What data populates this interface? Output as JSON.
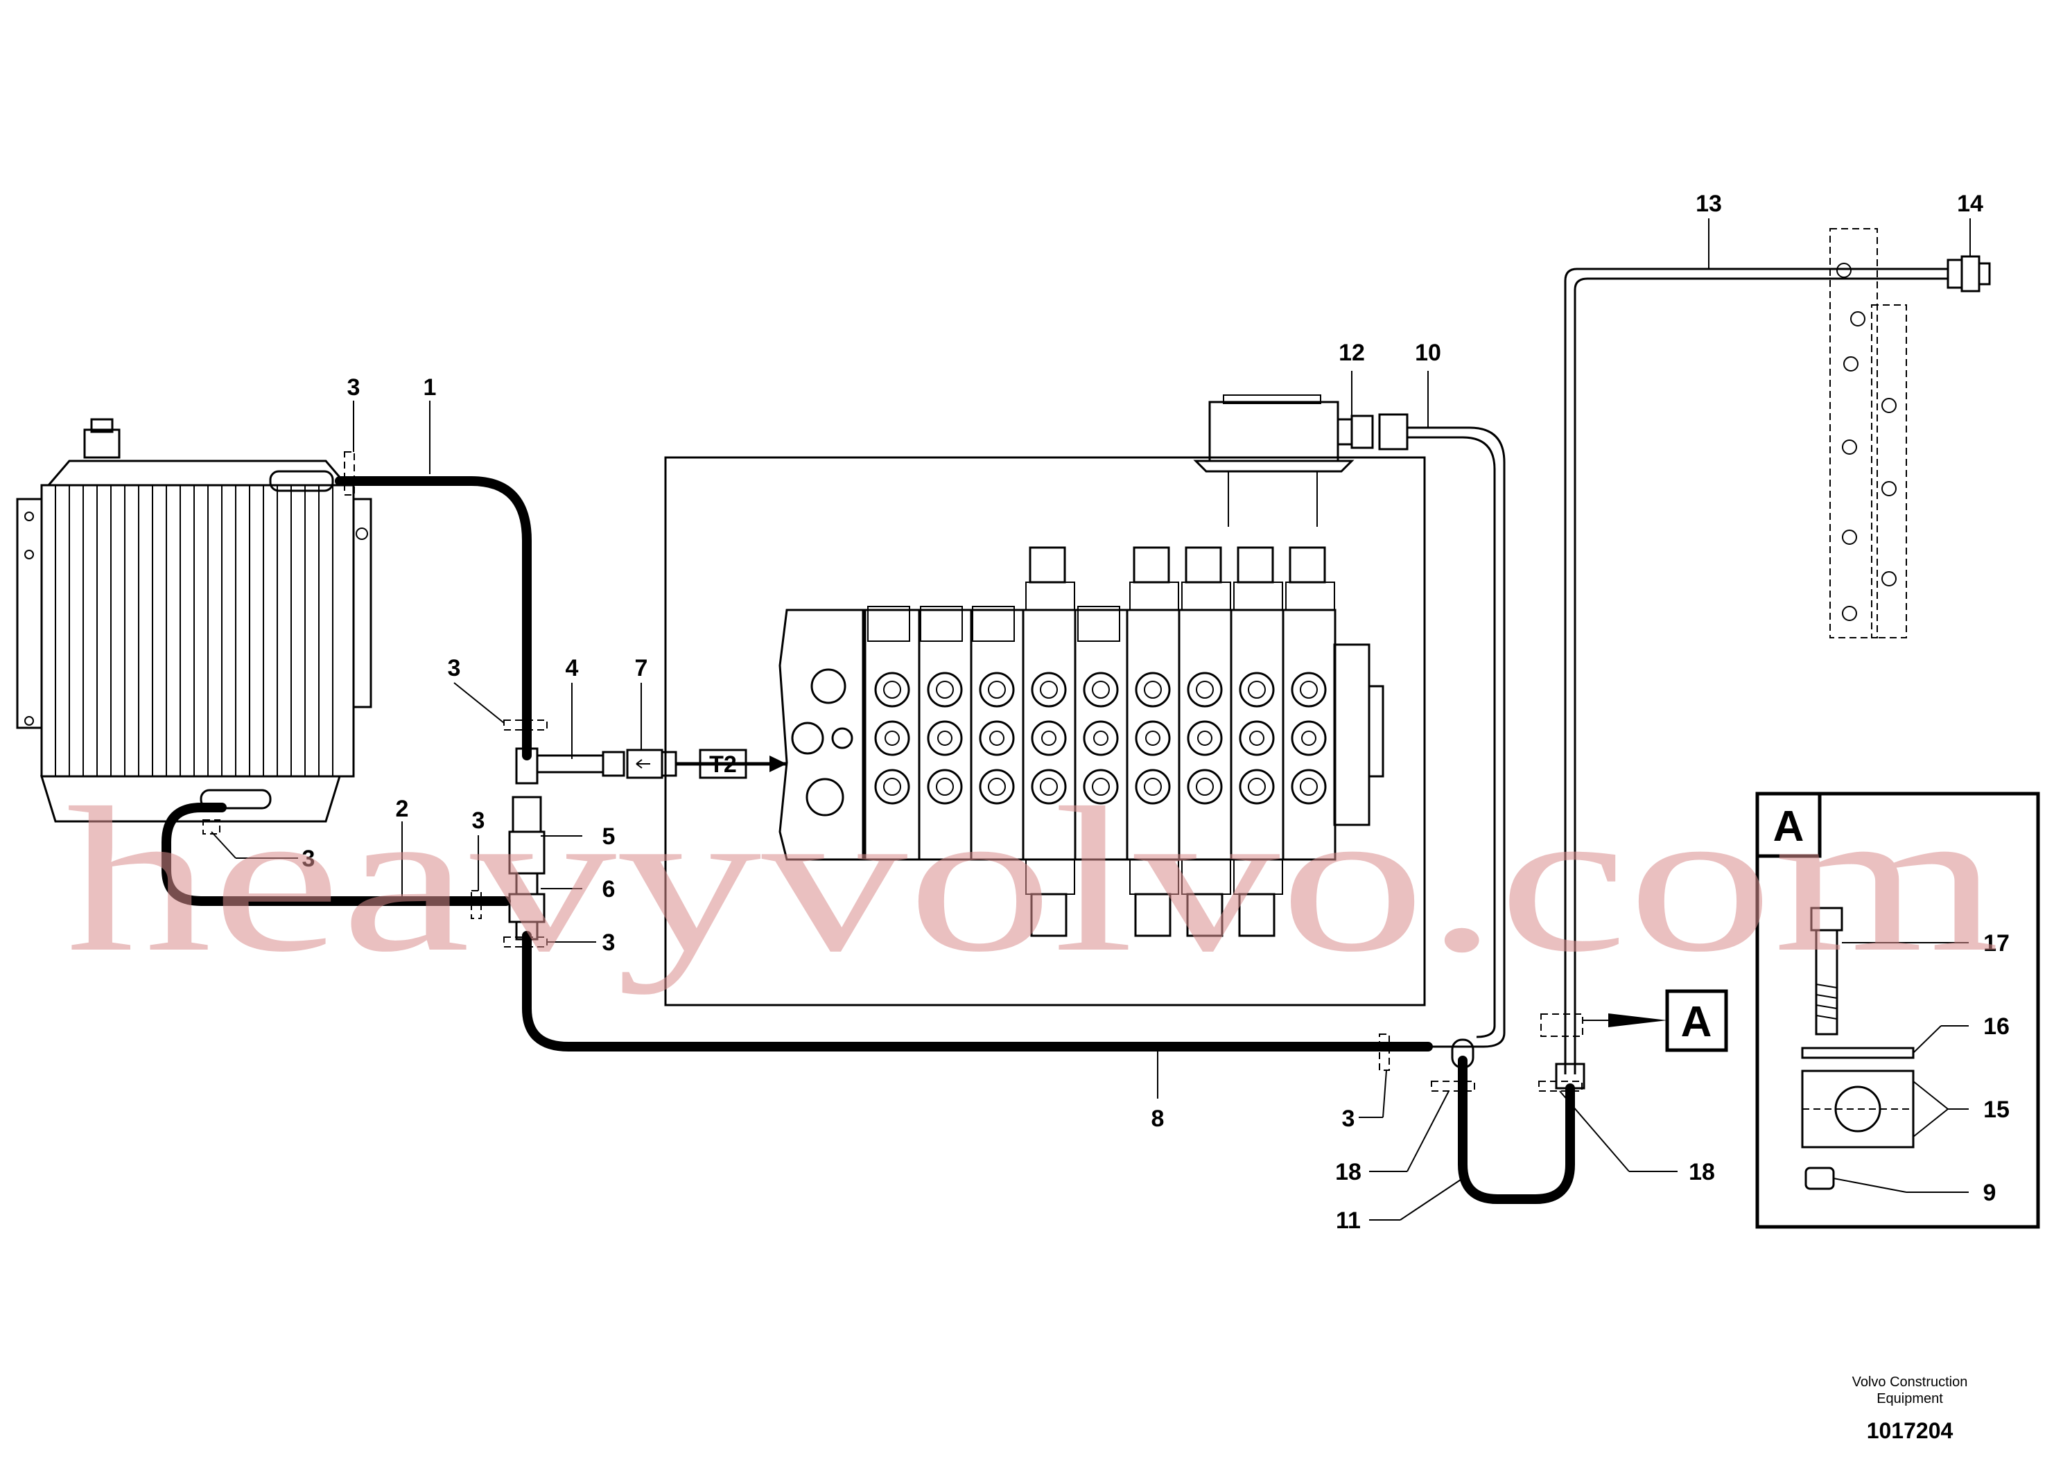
{
  "diagram": {
    "callouts": {
      "c1": "1",
      "c2": "2",
      "c3a": "3",
      "c3b": "3",
      "c3c": "3",
      "c3d": "3",
      "c3e": "3",
      "c3f": "3",
      "c4": "4",
      "c5": "5",
      "c6": "6",
      "c7": "7",
      "c8": "8",
      "c9": "9",
      "c10": "10",
      "c11": "11",
      "c12": "12",
      "c13": "13",
      "c14": "14",
      "c15": "15",
      "c16": "16",
      "c17": "17",
      "c18a": "18",
      "c18b": "18"
    },
    "tag_t2": "T2",
    "detail_ref": "A",
    "detail_box_title": "A"
  },
  "footer": {
    "credit_line1": "Volvo Construction",
    "credit_line2": "Equipment",
    "doc_number": "1017204"
  },
  "watermark": "heavyvolvo.com"
}
